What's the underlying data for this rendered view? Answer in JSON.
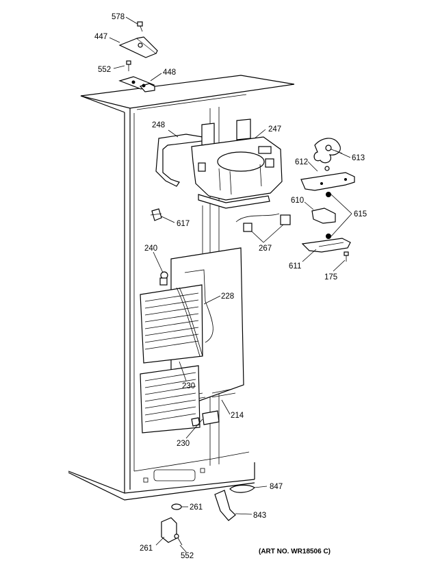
{
  "diagram": {
    "labels": [
      {
        "id": "578a",
        "text": "578"
      },
      {
        "id": "447",
        "text": "447"
      },
      {
        "id": "552a",
        "text": "552"
      },
      {
        "id": "448",
        "text": "448"
      },
      {
        "id": "248",
        "text": "248"
      },
      {
        "id": "247",
        "text": "247"
      },
      {
        "id": "613",
        "text": "613"
      },
      {
        "id": "612",
        "text": "612"
      },
      {
        "id": "610",
        "text": "610"
      },
      {
        "id": "615",
        "text": "615"
      },
      {
        "id": "617",
        "text": "617"
      },
      {
        "id": "267",
        "text": "267"
      },
      {
        "id": "611",
        "text": "611"
      },
      {
        "id": "175",
        "text": "175"
      },
      {
        "id": "240",
        "text": "240"
      },
      {
        "id": "228",
        "text": "228"
      },
      {
        "id": "230a",
        "text": "230"
      },
      {
        "id": "214",
        "text": "214"
      },
      {
        "id": "230b",
        "text": "230"
      },
      {
        "id": "847",
        "text": "847"
      },
      {
        "id": "261a",
        "text": "261"
      },
      {
        "id": "843",
        "text": "843"
      },
      {
        "id": "261b",
        "text": "261"
      },
      {
        "id": "552b",
        "text": "552"
      }
    ],
    "art_number": "(ART NO. WR18506 C)"
  }
}
